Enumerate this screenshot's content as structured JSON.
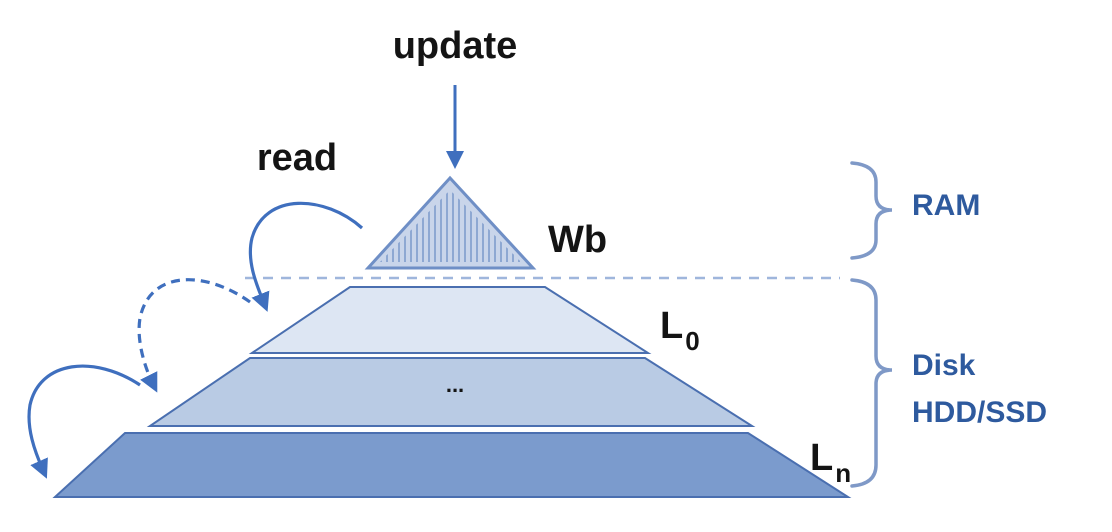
{
  "labels": {
    "update": "update",
    "read": "read",
    "write_buffer": "Wb",
    "level0_base": "L",
    "level0_sub": "0",
    "levelN_base": "L",
    "levelN_sub": "n",
    "middle_ellipsis": "...",
    "ram": "RAM",
    "disk_line1": "Disk",
    "disk_line2": "HDD/SSD"
  },
  "colors": {
    "arrow_blue": "#3f6fbe",
    "brace_blue": "#7f99c7",
    "label_blue": "#2e5a9e",
    "wb_fill": "#c9d5ea",
    "wb_stroke": "#6f8fc6",
    "l0_fill": "#dde6f3",
    "mid_fill": "#b9cbe4",
    "ln_fill": "#7b9bcd",
    "level_stroke": "#4a6fb0",
    "divider": "#9fb6dc"
  }
}
